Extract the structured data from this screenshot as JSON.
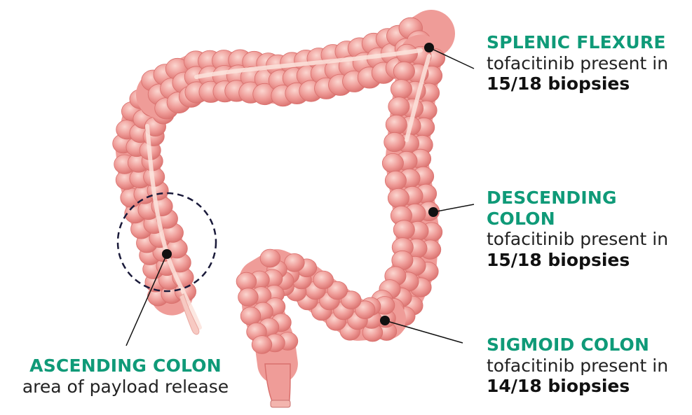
{
  "colors": {
    "accent_green": "#0f9a78",
    "colon_fill": "#ef9c98",
    "colon_light": "#f8c6c0",
    "colon_shadow": "#d9706d",
    "marker": "#111111",
    "release_circle": "#1a1a3a"
  },
  "labels": {
    "splenic": {
      "title": "SPLENIC FLEXURE",
      "desc": "tofacitinib present in",
      "count": "15/18 biopsies"
    },
    "descending": {
      "title": "DESCENDING COLON",
      "desc": "tofacitinib present in",
      "count": "15/18 biopsies"
    },
    "sigmoid": {
      "title": "SIGMOID COLON",
      "desc": "tofacitinib present in",
      "count": "14/18 biopsies"
    },
    "ascending": {
      "title": "ASCENDING COLON",
      "desc": "area of payload release"
    }
  }
}
